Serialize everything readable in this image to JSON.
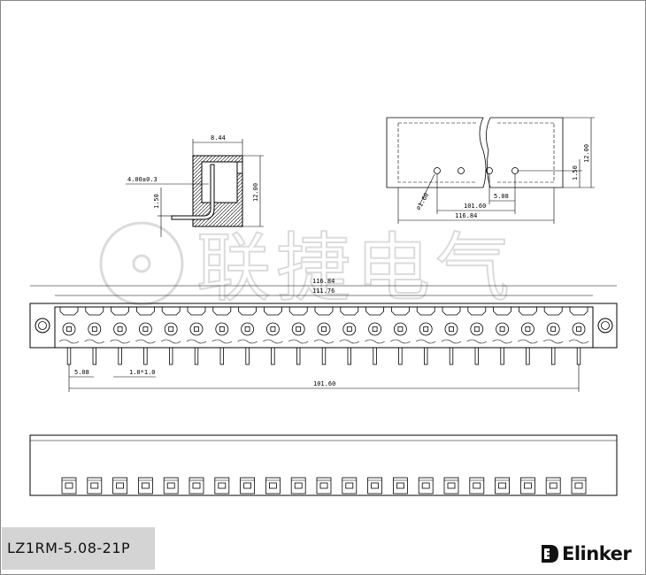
{
  "watermark": {
    "text": "联捷电气"
  },
  "part_number": "LZ1RM-5.08-21P",
  "brand": {
    "name": "Elinker",
    "logo_icon": "elinker-logo-icon",
    "color": "#111111"
  },
  "connector": {
    "pin_count": 21
  },
  "side_view": {
    "width_dim": "8.44",
    "height_dim": "12.00",
    "pin_protrusion_dim": "4.00±0.3",
    "pin_height_dim": "1.50"
  },
  "pcb_layout": {
    "hole_dia": "⌀1.60",
    "height_dim": "12.00",
    "offset_dim": "1.50",
    "pitch_dim": "5.08",
    "span_dim": "101.60",
    "total_dim": "116.84"
  },
  "front_view": {
    "overall_dim": "116.84",
    "inner_dim": "111.76",
    "pitch_dim": "5.08",
    "pin_width_dim": "1.0*1.0",
    "span_dim": "101.60"
  }
}
